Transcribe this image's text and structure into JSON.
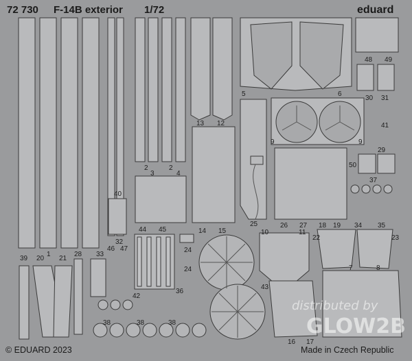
{
  "header": {
    "catalog_number": "72 730",
    "title": "F-14B exterior",
    "scale": "1/72",
    "brand": "eduard"
  },
  "footer": {
    "copyright": "© EDUARD 2023",
    "origin": "Made in Czech Republic"
  },
  "watermark": {
    "line1": "distributed by",
    "line2": "GLOW2B"
  },
  "part_numbers": [
    "1",
    "2",
    "2",
    "3",
    "4",
    "5",
    "6",
    "7",
    "8",
    "9",
    "9",
    "10",
    "11",
    "12",
    "13",
    "14",
    "15",
    "16",
    "17",
    "18",
    "19",
    "20",
    "21",
    "22",
    "23",
    "24",
    "24",
    "25",
    "26",
    "27",
    "28",
    "29",
    "30",
    "31",
    "32",
    "33",
    "34",
    "35",
    "36",
    "37",
    "38",
    "38",
    "38",
    "39",
    "40",
    "41",
    "42",
    "43",
    "44",
    "45",
    "46",
    "47",
    "48",
    "49",
    "50"
  ],
  "colors": {
    "fret": "#9a9b9d",
    "part_face": "#b9babc",
    "part_edge": "#3a3a3a",
    "text": "#1b1b1b"
  }
}
